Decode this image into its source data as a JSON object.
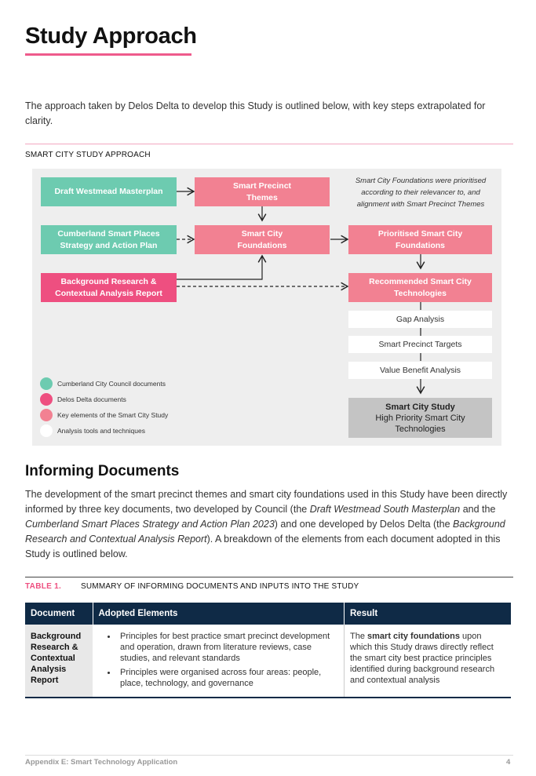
{
  "page": {
    "title": "Study Approach",
    "intro": "The approach taken by Delos Delta to develop this Study is outlined below, with key steps extrapolated for clarity.",
    "figure_caption": "SMART CITY STUDY APPROACH"
  },
  "diagram": {
    "boxes": {
      "draft_westmead": "Draft Westmead Masterplan",
      "smart_precinct_themes": "Smart Precinct Themes",
      "cumberland_strategy": "Cumberland Smart Places Strategy and Action Plan",
      "smart_city_foundations": "Smart City Foundations",
      "prioritised_foundations": "Prioritised Smart City Foundations",
      "background_research": "Background Research & Contextual Analysis Report",
      "recommended_tech": "Recommended Smart City Technologies",
      "gap_analysis": "Gap Analysis",
      "smart_precinct_targets": "Smart Precinct Targets",
      "value_benefit": "Value Benefit Analysis",
      "result_title": "Smart City Study",
      "result_subtitle": "High Priority Smart City Technologies"
    },
    "note": "Smart City Foundations were prioritised according to their relevancer to, and alignment with Smart Precinct Themes",
    "legend": [
      {
        "label": "Cumberland City Council documents",
        "color": "#6dcbb0"
      },
      {
        "label": "Delos Delta documents",
        "color": "#ee4f80"
      },
      {
        "label": "Key elements of the Smart City Study",
        "color": "#f28192"
      },
      {
        "label": "Analysis tools and techniques",
        "color": "#ffffff"
      }
    ]
  },
  "informing": {
    "heading": "Informing Documents",
    "p_part1": "The development of the smart precinct themes and smart city foundations used in this Study have been directly informed by three key documents, two developed by Council (the ",
    "p_italic1": "Draft Westmead South Masterplan",
    "p_part2": " and the ",
    "p_italic2": "Cumberland Smart Places Strategy and Action Plan 2023",
    "p_part3": ") and one developed by Delos Delta (the ",
    "p_italic3": "Background Research and Contextual Analysis Report",
    "p_part4": ").  A breakdown of the elements from each document adopted in this Study is outlined below."
  },
  "table": {
    "number": "TABLE 1.",
    "title": "SUMMARY OF INFORMING DOCUMENTS AND INPUTS INTO THE STUDY",
    "headers": [
      "Document",
      "Adopted Elements",
      "Result"
    ],
    "row": {
      "document": "Background Research & Contextual Analysis Report",
      "bullets": [
        "Principles for best practice smart precinct development and operation, drawn from literature reviews, case studies, and relevant standards",
        "Principles were organised across four areas: people, place, technology, and governance"
      ],
      "result_pre": "The ",
      "result_bold": "smart city foundations",
      "result_post": " upon which this Study draws directly reflect the smart city best practice principles identified during background research and contextual analysis"
    }
  },
  "footer": {
    "left": "Appendix E: Smart Technology Application",
    "page_number": "4"
  }
}
